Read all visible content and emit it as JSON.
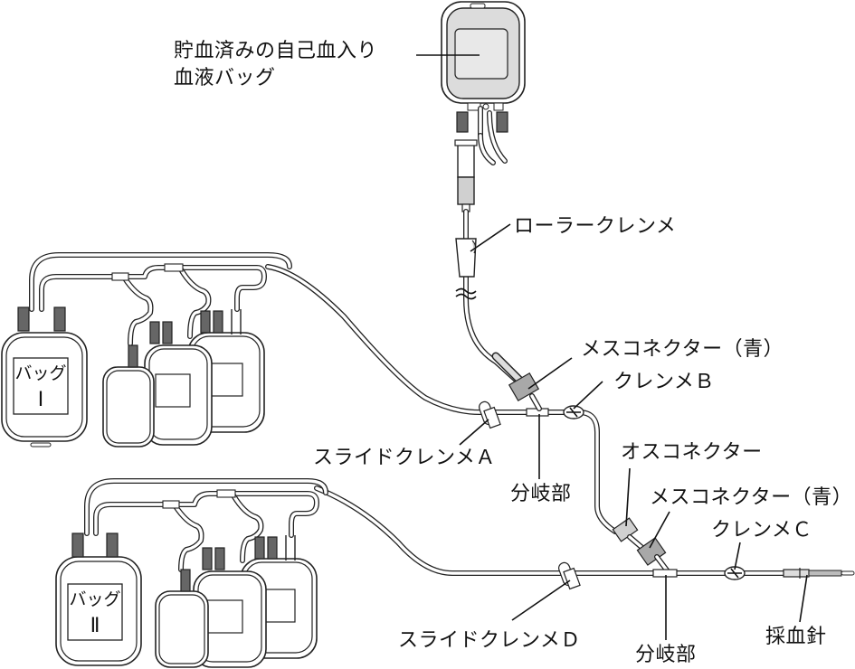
{
  "diagram": {
    "type": "blood-bag-system",
    "labels": {
      "autologous_bag": [
        "貯血済みの自己血入り",
        "血液バッグ"
      ],
      "roller_clamp": "ローラークレンメ",
      "female_connector_blue_1": "メスコネクター（青）",
      "clamp_b": "クレンメＢ",
      "slide_clamp_a": "スライドクレンメＡ",
      "branch_1": "分岐部",
      "male_connector": "オスコネクター",
      "female_connector_blue_2": "メスコネクター（青）",
      "clamp_c": "クレンメＣ",
      "slide_clamp_d": "スライドクレンメＤ",
      "branch_2": "分岐部",
      "needle": "採血針"
    },
    "bag_sets": [
      {
        "name": "bag-set-1",
        "label_line1": "バッグ",
        "label_line2": "Ⅰ"
      },
      {
        "name": "bag-set-2",
        "label_line1": "バッグ",
        "label_line2": "Ⅱ"
      }
    ],
    "colors": {
      "line": "#222222",
      "fill_grey": "#d8d8d8",
      "background": "#ffffff"
    }
  }
}
